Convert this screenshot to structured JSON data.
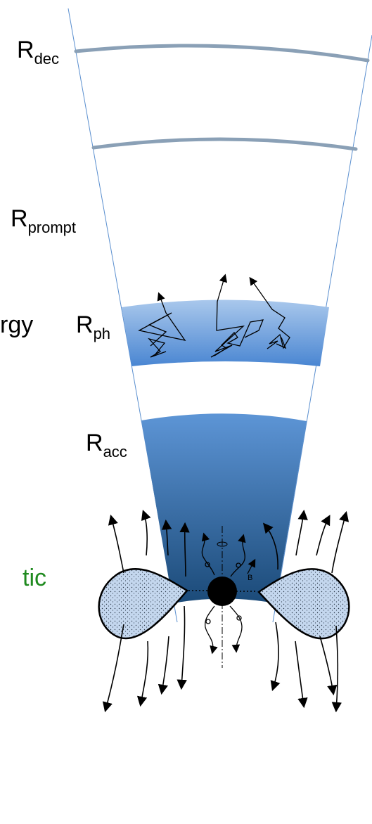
{
  "labels": {
    "r_dec": {
      "main": "R",
      "sub": "dec"
    },
    "r_prompt": {
      "main": "R",
      "sub": "prompt"
    },
    "r_ph": {
      "main": "R",
      "sub": "ph"
    },
    "r_acc": {
      "main": "R",
      "sub": "acc"
    },
    "cut_left_1": "rgy",
    "cut_left_2": "tic",
    "b_vector": "B"
  },
  "colors": {
    "shell_line": "#8aa0b6",
    "ph_band": "#6fa3dc",
    "acc_top": "#5d95d6",
    "acc_bottom": "#1b4a78",
    "disk_fill": "#b9cfe8",
    "green_text": "#1f8a1f"
  },
  "icons": [
    "black-hole",
    "accretion-disk-lobe",
    "spin-axis-icon",
    "field-line-arrows"
  ]
}
